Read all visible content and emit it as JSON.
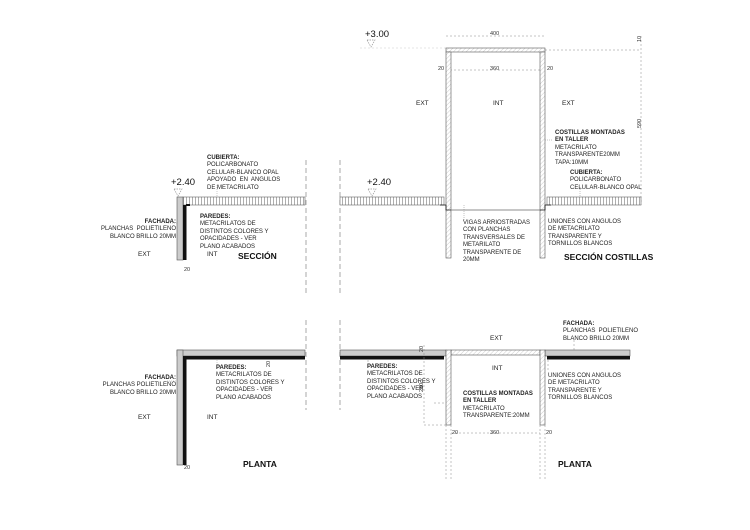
{
  "seccion": {
    "level": "+2.40",
    "cubierta": {
      "title": "CUBIERTA:",
      "text": "POLICARBONATO\nCELULAR-BLANCO OPAL\nAPOYADO  EN  ANGULOS\nDE METACRILATO"
    },
    "paredes": {
      "title": "PAREDES:",
      "text": "METACRILATOS DE\nDISTINTOS COLORES Y\nOPACIDADES - VER\nPLANO ACABADOS"
    },
    "fachada": {
      "title": "FACHADA:",
      "text": "PLANCHAS  POLIETILENO\nBLANCO BRILLO 20MM"
    },
    "ext": "EXT",
    "int": "INT",
    "title": "SECCIÓN",
    "dim": "20"
  },
  "seccion_costillas": {
    "level_top": "+3.00",
    "level": "+2.40",
    "dim_outer": "400",
    "dim_inner": "360",
    "dim_left": "20",
    "dim_right": "20",
    "dim_top": "10",
    "dim_height": "590",
    "ext_left": "EXT",
    "int": "INT",
    "ext_right": "EXT",
    "costillas": {
      "title": "COSTILLAS MONTADAS\nEN TALLER",
      "text": "METACRILATO\nTRANSPARENTE20MM\nTAPA:10MM"
    },
    "cubierta": {
      "title": "CUBIERTA:",
      "text": "POLICARBONATO\nCELULAR-BLANCO OPAL"
    },
    "vigas": {
      "text": "VIGAS ARRIOSTRADAS\nCON PLANCHAS\nTRANSVERSALES DE\nMETARILATO\nTRANSPARENTE DE\n20MM"
    },
    "uniones": {
      "text": "UNIONES CON ANGULOS\nDE METACRILATO\nTRANSPARENTE Y\nTORNILLOS BLANCOS"
    },
    "title": "SECCIÓN COSTILLAS"
  },
  "planta": {
    "fachada": {
      "title": "FACHADA:",
      "text": "PLANCHAS POLIETILENO\nBLANCO BRILLO 20MM"
    },
    "paredes": {
      "title": "PAREDES:",
      "text": "METACRILATOS DE\nDISTINTOS COLORES Y\nOPACIDADES - VER\nPLANO ACABADOS"
    },
    "ext": "EXT",
    "int": "INT",
    "title": "PLANTA",
    "dim": "20",
    "dim_v": "20"
  },
  "planta_costillas": {
    "ext": "EXT",
    "int": "INT",
    "fachada": {
      "title": "FACHADA:",
      "text": "PLANCHAS  POLIETILENO\nBLANCO BRILLO 20MM"
    },
    "paredes": {
      "title": "PAREDES:",
      "text": "METACRILATOS DE\nDISTINTOS COLORES Y\nOPACIDADES - VER\nPLANO ACABADOS"
    },
    "costillas": {
      "title": "COSTILLAS MONTADAS\nEN TALLER",
      "text": "METACRILATO\nTRANSPARENTE:20MM"
    },
    "uniones": {
      "text": "UNIONES CON ANGULOS\nDE METACRILATO\nTRANSPARENTE Y\nTORNILLOS BLANCOS"
    },
    "dim_top": "20",
    "dim_height": "280",
    "dim_left": "20",
    "dim_inner": "360",
    "dim_right": "20",
    "title": "PLANTA"
  }
}
